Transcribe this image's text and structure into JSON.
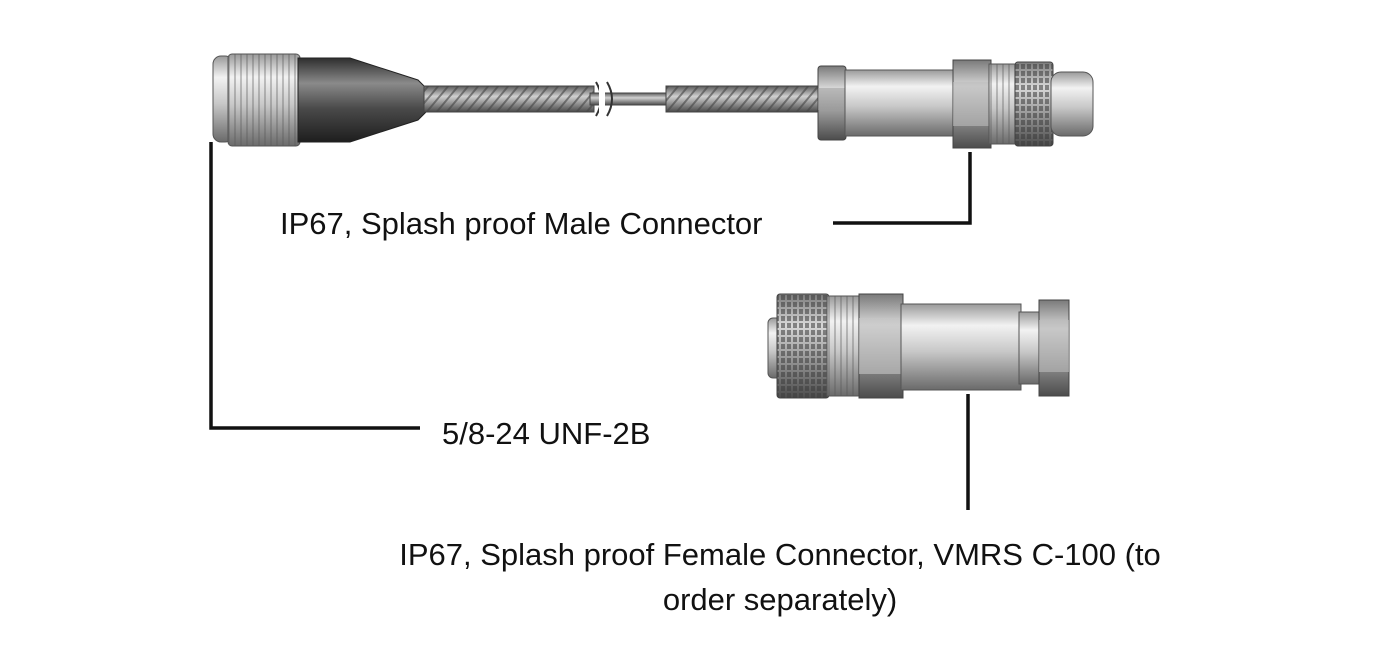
{
  "labels": {
    "male_connector": "IP67, Splash proof Male Connector",
    "thread_spec": "5/8-24 UNF-2B",
    "female_connector_line1": "IP67, Splash proof Female Connector, VMRS C-100 (to",
    "female_connector_line2": "order separately)"
  },
  "icons": [
    "cable-assembly-icon",
    "female-connector-icon"
  ],
  "colors": {
    "leader_line": "#111111",
    "metal_light": "#e4e4e4",
    "metal_dark": "#6e6e6e",
    "rubber_dark": "#3a3a3a"
  }
}
